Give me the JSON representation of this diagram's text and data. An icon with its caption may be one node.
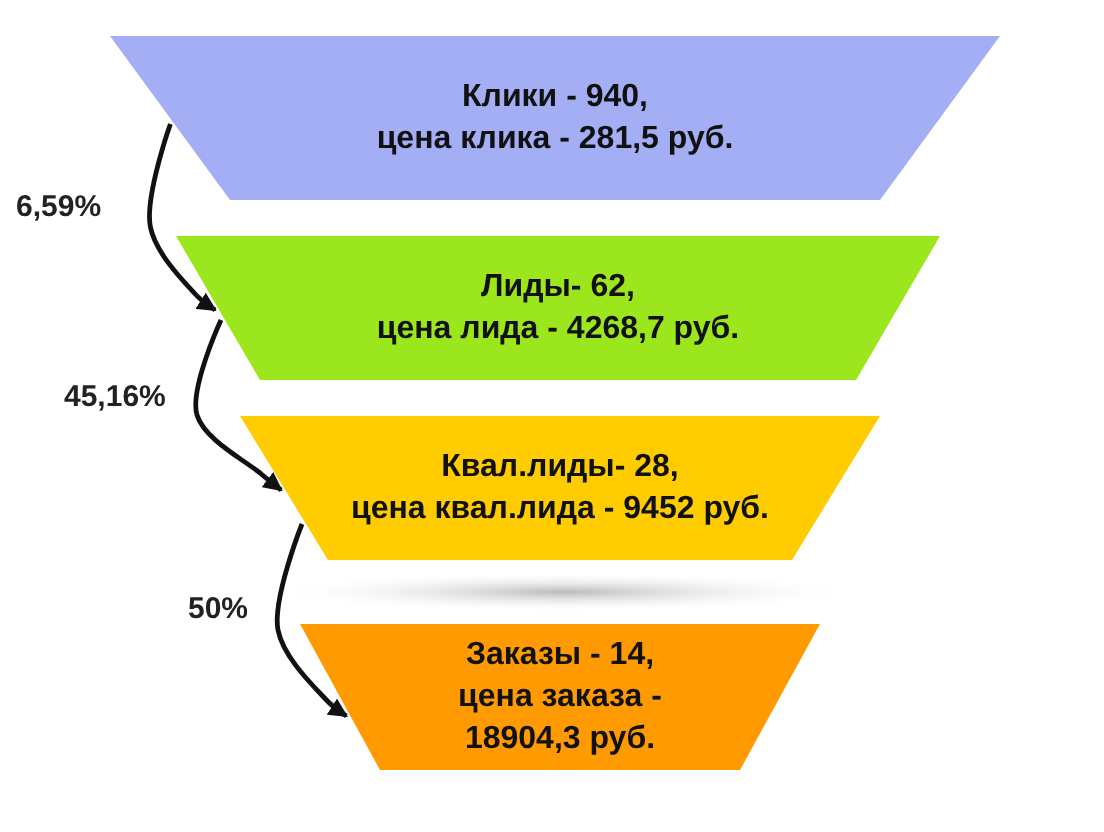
{
  "diagram": {
    "nodes": [
      {
        "text": [
          "Клики - 940,",
          "цена клика - 281,5 руб."
        ]
      },
      {
        "text": [
          "Лиды- 62,",
          "цена лида - 4268,7 руб."
        ]
      },
      {
        "text": [
          "Квал.лиды- 28,",
          "цена квал.лида - 9452 руб."
        ]
      },
      {
        "text": [
          "Заказы - 14,",
          "цена заказа - 18904,3 руб."
        ]
      }
    ],
    "edges": [
      {
        "from": 0,
        "to": 1,
        "arrow": "to",
        "label": "6,59%"
      },
      {
        "from": 1,
        "to": 2,
        "arrow": "to",
        "label": "45,16%"
      },
      {
        "from": 2,
        "to": 3,
        "arrow": "to",
        "label": "50%"
      }
    ]
  }
}
